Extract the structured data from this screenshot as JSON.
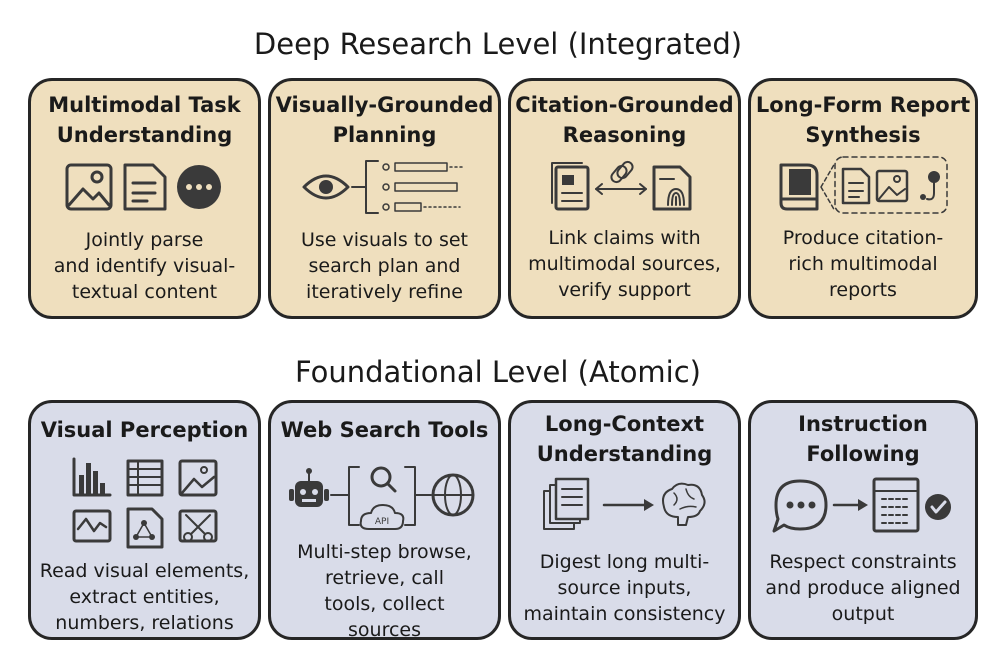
{
  "sections": {
    "top_title": "Deep Research Level (Integrated)",
    "bottom_title": "Foundational Level (Atomic)"
  },
  "top_cards": [
    {
      "title": "Multimodal Task\nUnderstanding",
      "desc": "Jointly parse\nand identify visual-\ntextual content"
    },
    {
      "title": "Visually-Grounded\nPlanning",
      "desc": "Use visuals to set\nsearch plan and\niteratively refine"
    },
    {
      "title": "Citation-Grounded\nReasoning",
      "desc": "Link claims with\nmultimodal sources,\nverify support"
    },
    {
      "title": "Long-Form Report\nSynthesis",
      "desc": "Produce citation-\nrich multimodal\nreports"
    }
  ],
  "bottom_cards": [
    {
      "title": "Visual Perception",
      "desc": "Read visual elements,\nextract entities,\nnumbers, relations"
    },
    {
      "title": "Web Search Tools",
      "desc": "Multi-step browse,\nretrieve, call\ntools, collect\nsources",
      "api_label": "API"
    },
    {
      "title": "Long-Context\nUnderstanding",
      "desc": "Digest long multi-\nsource inputs,\nmaintain consistency"
    },
    {
      "title": "Instruction\nFollowing",
      "desc": "Respect constraints\nand produce aligned\noutput"
    }
  ],
  "colors": {
    "top_card_fill": "#efdfbe",
    "bottom_card_fill": "#d9dce9",
    "border": "#262626",
    "icon": "#3a3a3a"
  },
  "icons": {
    "multimodal_task": [
      "image-icon",
      "document-icon",
      "chat-bubble-icon"
    ],
    "planning": [
      "eye-icon",
      "plan-list-icon"
    ],
    "citation": [
      "document-icon",
      "link-icon",
      "fingerprint-doc-icon"
    ],
    "report": [
      "book-icon",
      "document-icon",
      "image-icon",
      "audio-icon"
    ],
    "visual_perception": [
      "bar-chart-icon",
      "table-icon",
      "image-icon",
      "line-chart-icon",
      "graph-doc-icon",
      "scissors-icon"
    ],
    "web_search": [
      "robot-icon",
      "search-icon",
      "api-cloud-icon",
      "globe-icon"
    ],
    "long_context": [
      "documents-icon",
      "arrow-icon",
      "brain-icon"
    ],
    "instruction": [
      "chat-bubble-icon",
      "arrow-icon",
      "checklist-icon",
      "check-icon"
    ]
  }
}
